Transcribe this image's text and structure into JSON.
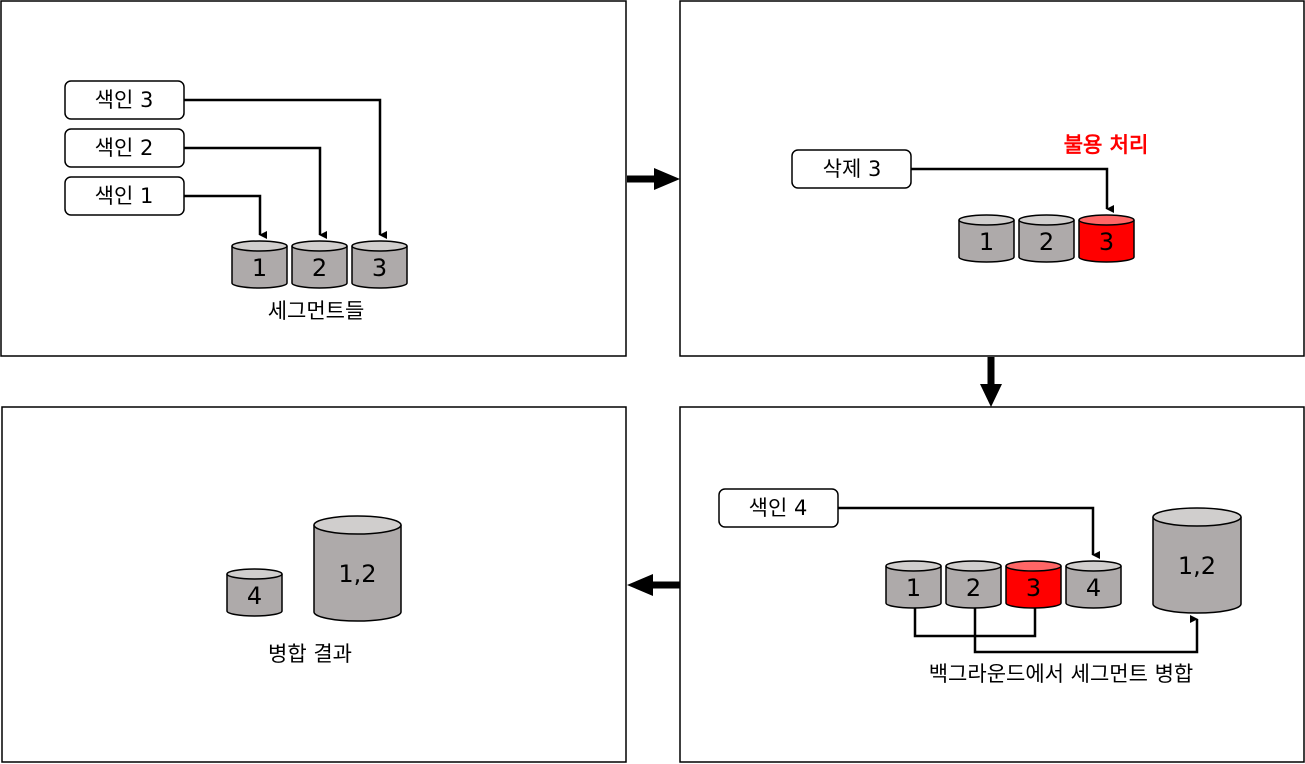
{
  "colors": {
    "segment_body": "#aeaaaa",
    "segment_top": "#d0cecd",
    "deleted_body": "#ff0000",
    "deleted_top": "#ff6666",
    "highlight_text": "#ff0000"
  },
  "panel1": {
    "indexes": [
      "색인 3",
      "색인 2",
      "색인 1"
    ],
    "segments": [
      "1",
      "2",
      "3"
    ],
    "caption": "세그먼트들"
  },
  "panel2": {
    "delete_label": "삭제 3",
    "mark_label": "불용 처리",
    "segments": [
      "1",
      "2",
      "3"
    ]
  },
  "panel3": {
    "index_label": "색인 4",
    "segments": [
      "1",
      "2",
      "3",
      "4"
    ],
    "merged": "1,2",
    "caption": "백그라운드에서 세그먼트 병합"
  },
  "panel4": {
    "segments": [
      "4"
    ],
    "merged": "1,2",
    "caption": "병합 결과"
  }
}
